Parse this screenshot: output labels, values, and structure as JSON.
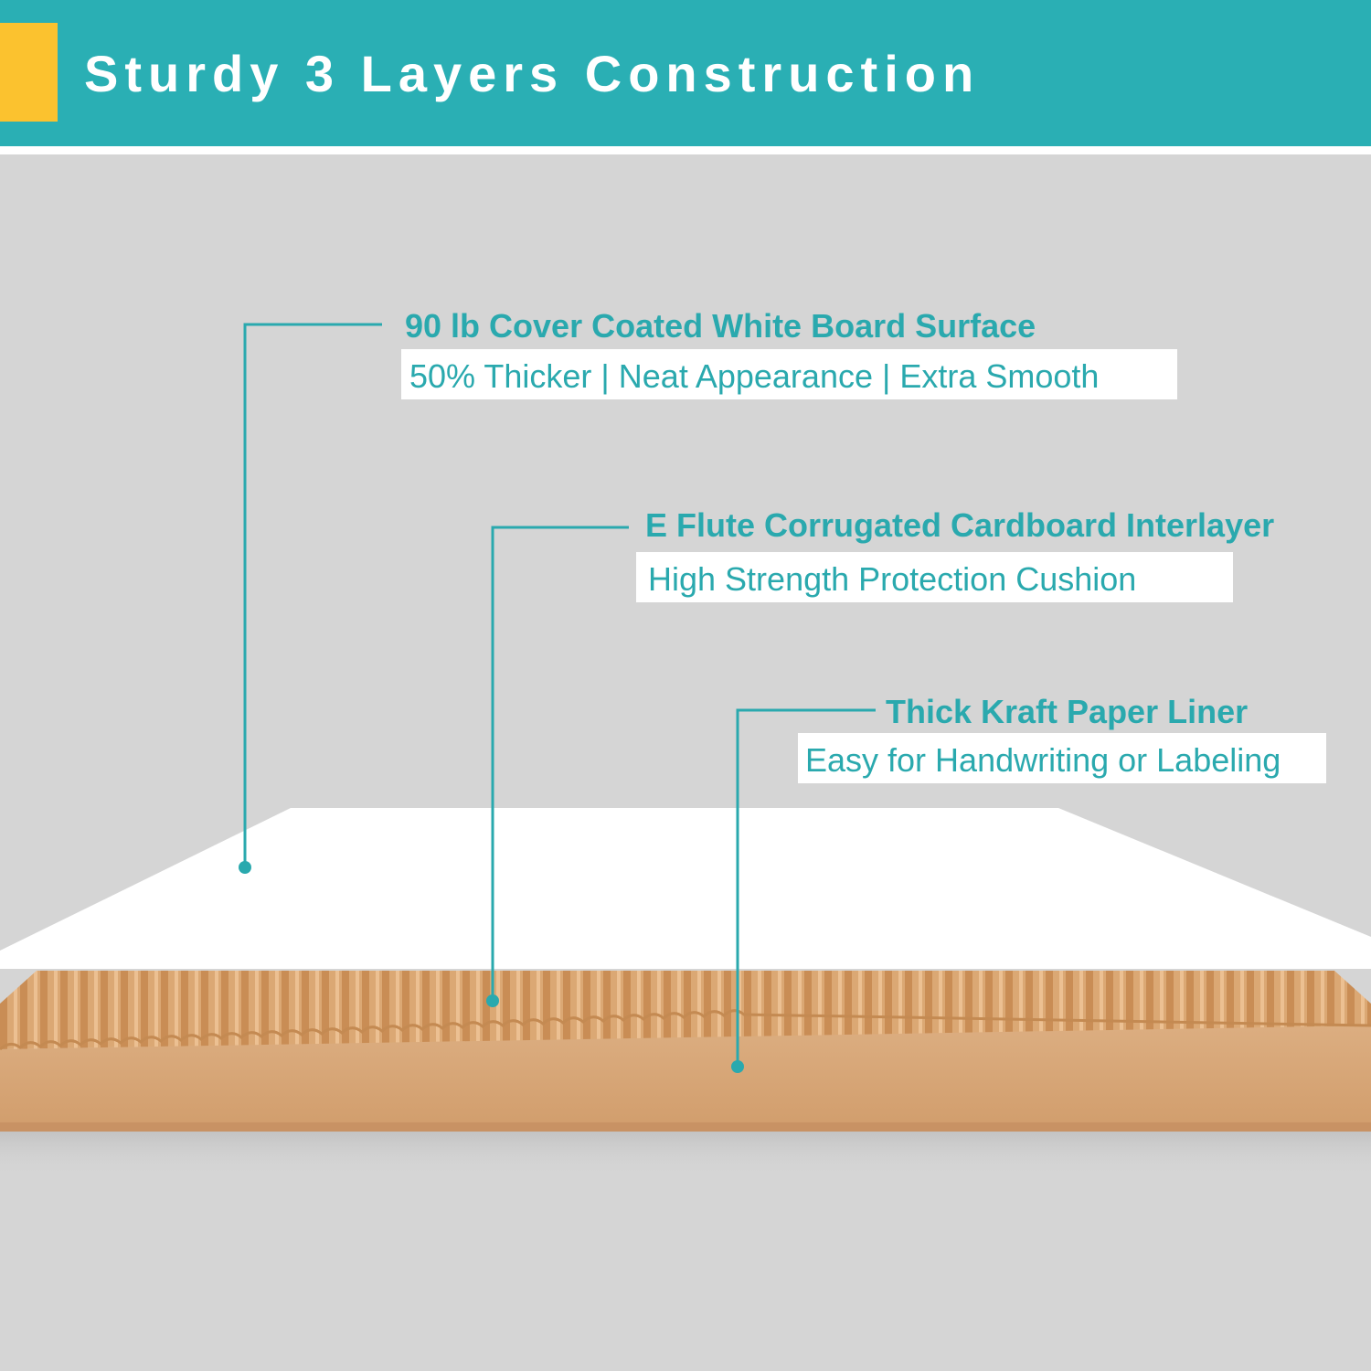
{
  "header": {
    "title": "Sturdy 3 Layers Construction",
    "band_color": "#2aafb4",
    "accent_color": "#fbc22f"
  },
  "callouts": [
    {
      "title": "90 lb Cover Coated White Board Surface",
      "subtitle": "50% Thicker | Neat Appearance | Extra Smooth"
    },
    {
      "title": "E Flute Corrugated Cardboard Interlayer",
      "subtitle": "High Strength Protection Cushion"
    },
    {
      "title": "Thick Kraft Paper Liner",
      "subtitle": "Easy for Handwriting or Labeling"
    }
  ],
  "colors": {
    "background": "#d5d5d5",
    "accent_text": "#2aa9ae",
    "kraft": "#d9a87a"
  }
}
